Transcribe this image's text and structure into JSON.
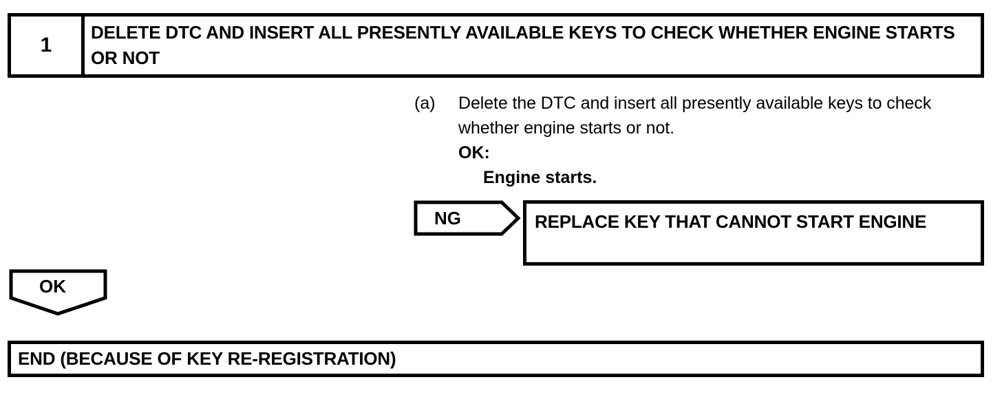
{
  "step": {
    "number": "1",
    "title": "DELETE DTC AND INSERT ALL PRESENTLY AVAILABLE KEYS TO CHECK WHETHER ENGINE STARTS OR NOT"
  },
  "instruction": {
    "marker": "(a)",
    "text": "Delete the DTC and insert all presently available keys to check whether engine starts or not.",
    "result_label": "OK:",
    "result_value": "Engine starts."
  },
  "judgements": {
    "ng_label": "NG",
    "ok_label": "OK"
  },
  "outcomes": {
    "replace": "REPLACE KEY THAT CANNOT START ENGINE",
    "end": "END (BECAUSE OF KEY RE-REGISTRATION)"
  },
  "colors": {
    "ink": "#000000",
    "paper": "#ffffff"
  }
}
